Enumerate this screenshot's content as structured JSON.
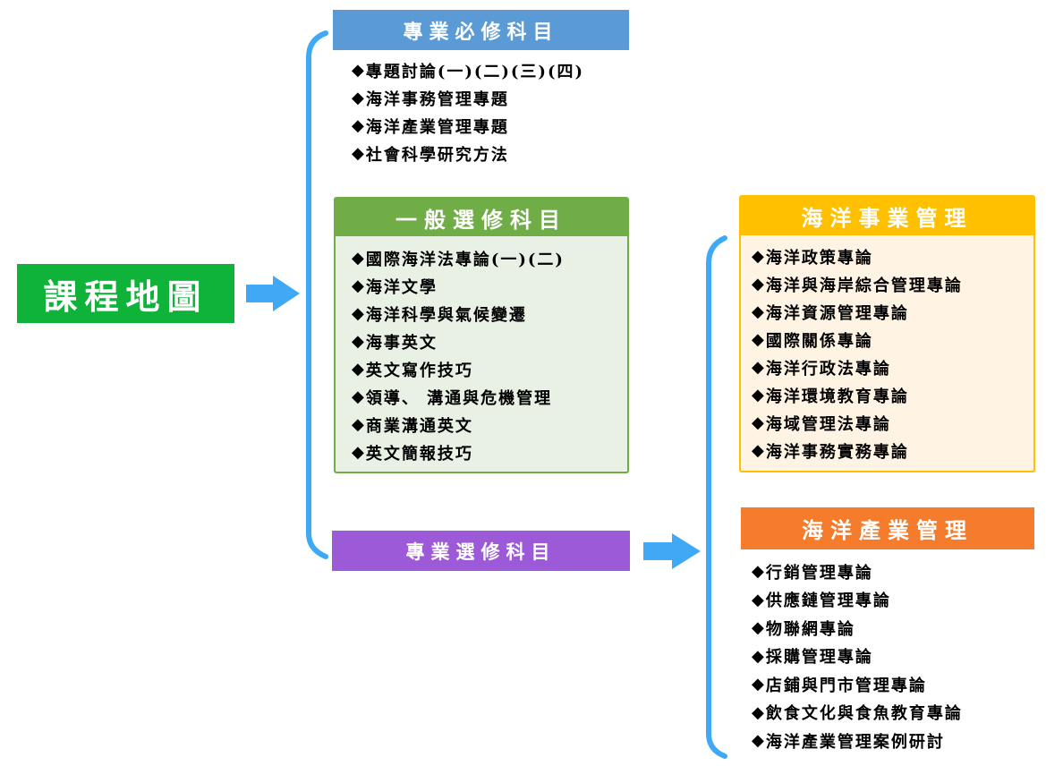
{
  "title": "課程地圖",
  "categories": {
    "required": {
      "label": "專業必修科目",
      "items": [
        "專題討論(一)(二)(三)(四)",
        "海洋事務管理專題",
        "海洋產業管理專題",
        "社會科學研究方法"
      ]
    },
    "general_elective": {
      "label": "一般選修科目",
      "items": [
        "國際海洋法專論(一)(二)",
        "海洋文學",
        "海洋科學與氣候變遷",
        "海事英文",
        "英文寫作技巧",
        "領導、 溝通與危機管理",
        "商業溝通英文",
        "英文簡報技巧"
      ]
    },
    "professional_elective": {
      "label": "專業選修科目"
    },
    "marine_affairs": {
      "label": "海洋事業管理",
      "items": [
        "海洋政策專論",
        "海洋與海岸綜合管理專論",
        "海洋資源管理專論",
        "國際關係專論",
        "海洋行政法專論",
        "海洋環境教育專論",
        "海域管理法專論",
        "海洋事務實務專論"
      ]
    },
    "marine_industry": {
      "label": "海洋產業管理",
      "items": [
        "行銷管理專論",
        "供應鏈管理專論",
        "物聯網專論",
        "採購管理專論",
        "店鋪與門市管理專論",
        "飲食文化與食魚教育專論",
        "海洋產業管理案例研討"
      ]
    }
  },
  "bullet": "◆",
  "colors": {
    "title_bg": "#0fb33a",
    "required": "#5b9bd5",
    "general": "#70ad47",
    "professional": "#9d5ad8",
    "affairs": "#ffc000",
    "industry": "#f47c2c",
    "connector": "#3fa9f5"
  }
}
